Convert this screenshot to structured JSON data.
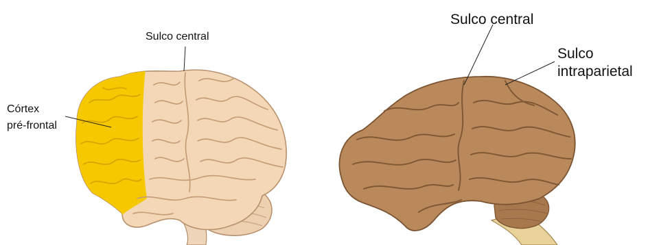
{
  "left_brain": {
    "label_central": "Sulco central",
    "label_prefrontal_line1": "Córtex",
    "label_prefrontal_line2": "pré-frontal"
  },
  "right_brain": {
    "label_central": "Sulco central",
    "label_intraparietal_line1": "Sulco",
    "label_intraparietal_line2": "intraparietal"
  },
  "colors": {
    "prefrontal_highlight": "#f6c800",
    "human_cortex": "#f3d7b6",
    "animal_cortex": "#b9895b",
    "leader_line": "#222222"
  }
}
